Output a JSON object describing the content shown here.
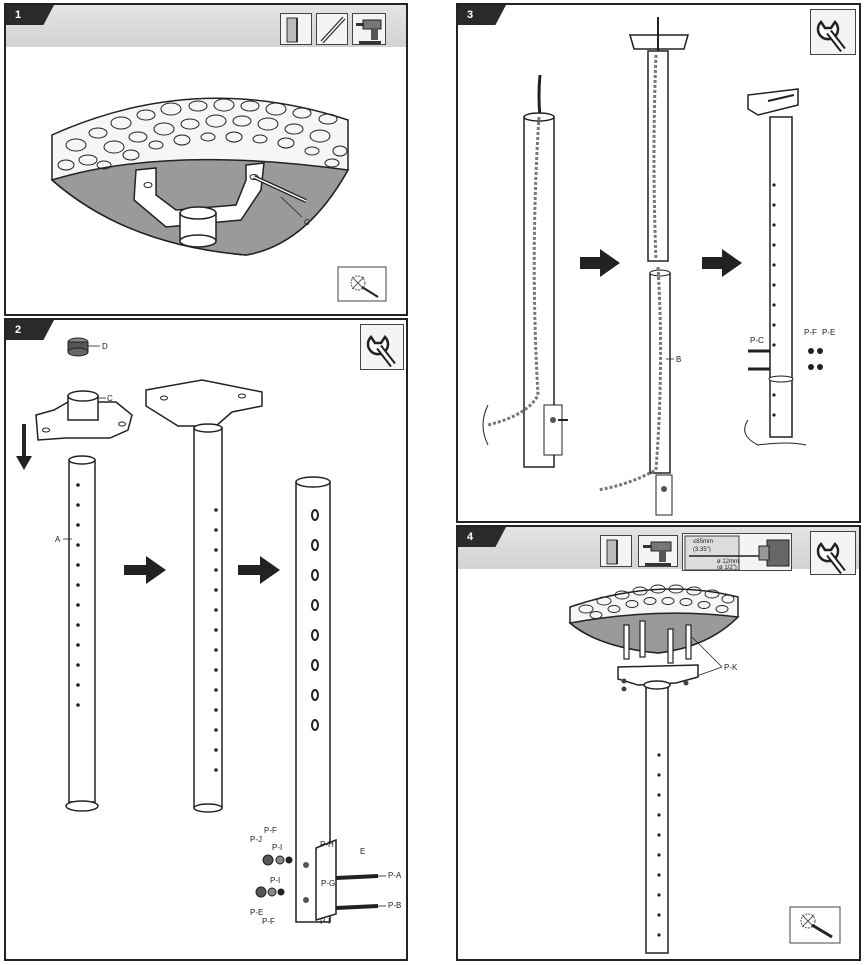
{
  "steps": [
    {
      "number": "1"
    },
    {
      "number": "2"
    },
    {
      "number": "3"
    },
    {
      "number": "4"
    }
  ],
  "labels": {
    "c": "C",
    "d": "D",
    "a": "A",
    "b": "B",
    "e": "E",
    "pa": "P-A",
    "pb": "P-B",
    "pc": "P-C",
    "pe": "P-E",
    "pf": "P-F",
    "pg": "P-G",
    "ph": "P-H",
    "pi": "P-I",
    "pj": "P-J",
    "pk": "P-K"
  },
  "drill_spec": {
    "line1": "≤85mm",
    "line2": "(3.35\")",
    "line3": "ø 12mm",
    "line4": "(ø 1/2\")"
  },
  "icons": [
    "wall-icon",
    "pencil-icon",
    "drill-icon",
    "wrench-icon",
    "magnifier-icon",
    "drill-bit-icon"
  ]
}
